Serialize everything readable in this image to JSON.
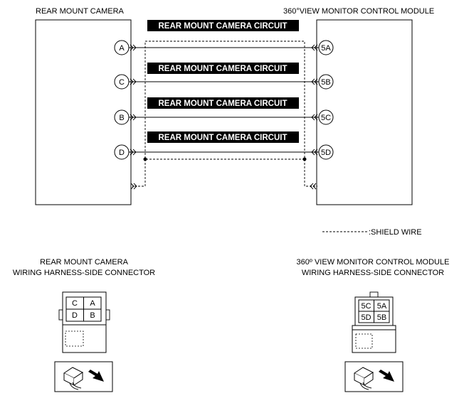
{
  "left_module": {
    "title": "REAR MOUNT CAMERA"
  },
  "right_module": {
    "title": "360°VIEW MONITOR CONTROL MODULE"
  },
  "circuits": [
    {
      "label": "REAR MOUNT CAMERA CIRCUIT",
      "from_pin": "A",
      "to_pin": "5A"
    },
    {
      "label": "REAR MOUNT CAMERA CIRCUIT",
      "from_pin": "C",
      "to_pin": "5B"
    },
    {
      "label": "REAR MOUNT CAMERA CIRCUIT",
      "from_pin": "B",
      "to_pin": "5C"
    },
    {
      "label": "REAR MOUNT CAMERA CIRCUIT",
      "from_pin": "D",
      "to_pin": "5D"
    }
  ],
  "legend": {
    "shield_wire": ":SHIELD WIRE"
  },
  "left_connector": {
    "title_line1": "REAR MOUNT CAMERA",
    "title_line2": "WIRING HARNESS-SIDE CONNECTOR",
    "pins": [
      [
        "C",
        "A"
      ],
      [
        "D",
        "B"
      ]
    ]
  },
  "right_connector": {
    "title_line1": "360º VIEW MONITOR CONTROL MODULE",
    "title_line2": "WIRING HARNESS-SIDE CONNECTOR",
    "pins": [
      [
        "5C",
        "5A"
      ],
      [
        "5D",
        "5B"
      ]
    ]
  }
}
